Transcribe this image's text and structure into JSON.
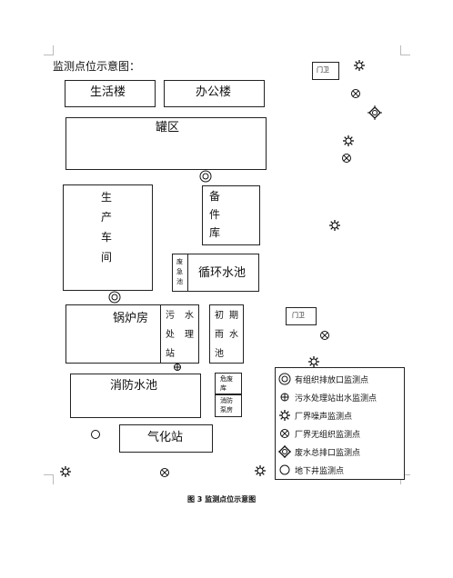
{
  "title": "监测点位示意图：",
  "caption": "图 3   监测点位示意图",
  "buildings": {
    "gatehouse_top": "门卫",
    "living": "生活楼",
    "office": "办公楼",
    "tank": "罐区",
    "workshop": [
      "生",
      "产",
      "车",
      "间"
    ],
    "spare": [
      "备",
      "件",
      "库"
    ],
    "waste_pool": [
      "废",
      "急",
      "池"
    ],
    "circulating": "循环水池",
    "gatehouse_mid": "门卫",
    "boiler": "锅炉房",
    "sewage": [
      "污",
      "水",
      "处",
      "理",
      "站"
    ],
    "rain_pool": [
      "初",
      "期",
      "雨",
      "水",
      "池"
    ],
    "fire_pool": "消防水池",
    "hazard_store": [
      "危废",
      "库"
    ],
    "fire_pump": [
      "消防",
      "泵房"
    ],
    "gas_station": "气化站"
  },
  "legend": [
    {
      "icon": "double-circle-icon",
      "label": "有组织排放口监测点"
    },
    {
      "icon": "circle-plus-icon",
      "label": "污水处理站出水监测点"
    },
    {
      "icon": "sun-star-icon",
      "label": "厂界噪声监测点"
    },
    {
      "icon": "circle-x-icon",
      "label": "厂界无组织监测点"
    },
    {
      "icon": "diamond-cross-icon",
      "label": "废水总排口监测点"
    },
    {
      "icon": "circle-icon",
      "label": "地下井监测点"
    }
  ]
}
